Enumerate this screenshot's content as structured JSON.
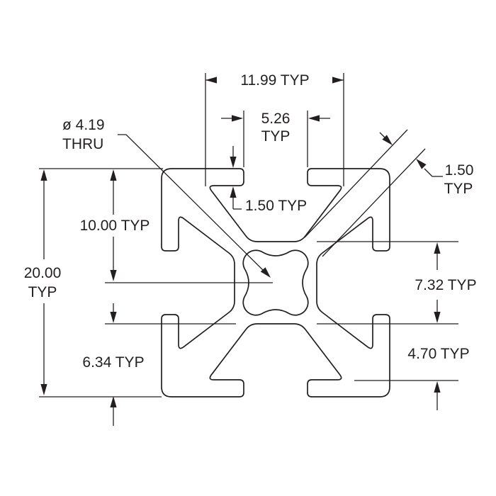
{
  "dimensions": {
    "slot_inner_width": "11.99 TYP",
    "slot_opening": {
      "value": "5.26",
      "suffix": "TYP"
    },
    "center_hole": {
      "value": "ø 4.19",
      "suffix": "THRU"
    },
    "lip_thickness": "1.50 TYP",
    "web_thickness": {
      "value": "1.50",
      "suffix": "TYP"
    },
    "center_to_face": "10.00 TYP",
    "overall_size": {
      "value": "20.00",
      "suffix": "TYP"
    },
    "hub_height": "7.32 TYP",
    "hub_to_lip": "4.70 TYP",
    "hub_to_face": "6.34 TYP"
  }
}
